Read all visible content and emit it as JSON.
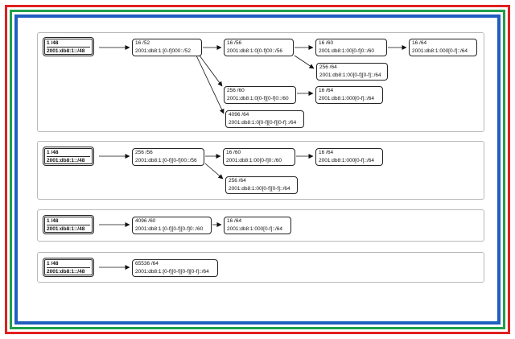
{
  "colors": {
    "outer_red": "#e02020",
    "outer_green": "#1fa04a",
    "outer_blue": "#1f5fbf"
  },
  "panels": [
    {
      "root": {
        "count": "1  /48",
        "prefix": "2001:db8:1::/48"
      },
      "nodes": [
        {
          "count": "16  /52",
          "prefix": "2001:db8:1:[0-f]000::/52"
        },
        {
          "count": "16  /56",
          "prefix": "2001:db8:1:0[0-f]00::/56"
        },
        {
          "count": "16  /60",
          "prefix": "2001:db8:1:00[0-f]0::/60"
        },
        {
          "count": "16  /64",
          "prefix": "2001:db8:1:000[0-f]::/64"
        },
        {
          "count": "256  /64",
          "prefix": "2001:db8:1:00[0-f][0-f]::/64"
        },
        {
          "count": "256  /60",
          "prefix": "2001:db8:1:0[0-f][0-f]0::/60"
        },
        {
          "count": "16  /64",
          "prefix": "2001:db8:1:000[0-f]::/64"
        },
        {
          "count": "4096  /64",
          "prefix": "2001:db8:1:0[0-f][0-f][0-f]::/64"
        }
      ]
    },
    {
      "root": {
        "count": "1  /48",
        "prefix": "2001:db8:1::/48"
      },
      "nodes": [
        {
          "count": "256  /56",
          "prefix": "2001:db8:1:[0-f][0-f]00::/56"
        },
        {
          "count": "16  /60",
          "prefix": "2001:db8:1:00[0-f]0::/60"
        },
        {
          "count": "16  /64",
          "prefix": "2001:db8:1:000[0-f]::/64"
        },
        {
          "count": "256  /64",
          "prefix": "2001:db8:1:00[0-f][0-f]::/64"
        }
      ]
    },
    {
      "root": {
        "count": "1  /48",
        "prefix": "2001:db8:1::/48"
      },
      "nodes": [
        {
          "count": "4096  /60",
          "prefix": "2001:db8:1:[0-f][0-f][0-f]0::/60"
        },
        {
          "count": "16  /64",
          "prefix": "2001:db8:1:000[0-f]::/64"
        }
      ]
    },
    {
      "root": {
        "count": "1  /48",
        "prefix": "2001:db8:1::/48"
      },
      "nodes": [
        {
          "count": "65536  /64",
          "prefix": "2001:db8:1:[0-f][0-f][0-f][0-f]::/64"
        }
      ]
    }
  ]
}
